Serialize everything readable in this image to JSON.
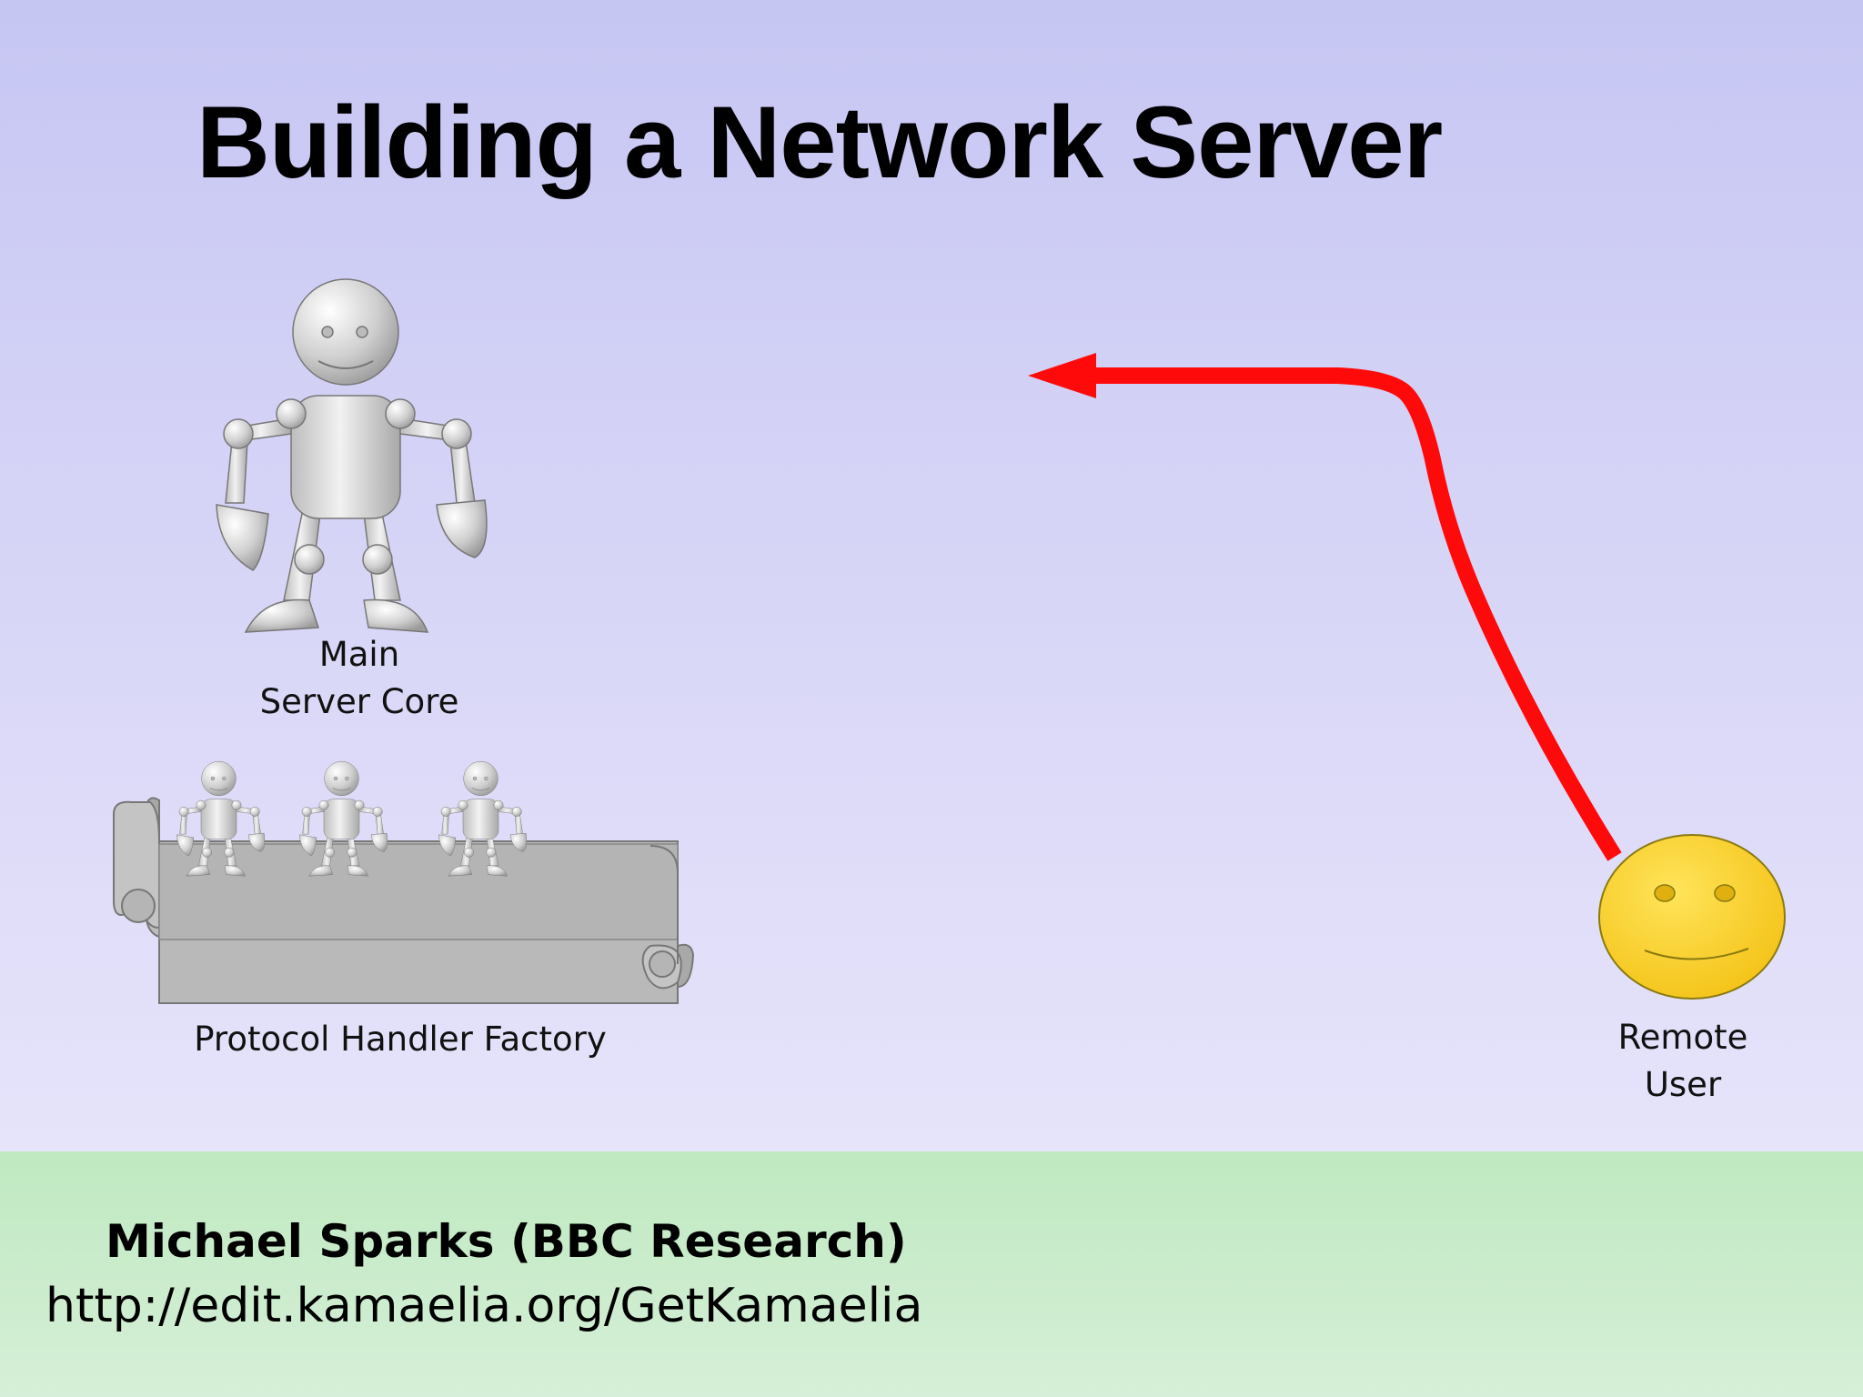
{
  "slide": {
    "title": "Building a Network Server",
    "nodes": {
      "main_core": {
        "line1": "Main",
        "line2": "Server Core"
      },
      "factory": {
        "label": "Protocol Handler Factory"
      },
      "remote_user": {
        "line1": "Remote",
        "line2": "User"
      }
    },
    "arrow_color": "#ff0a0a",
    "user_face_color": "#fbd325"
  },
  "footer": {
    "author": "Michael Sparks (BBC Research)",
    "url": "http://edit.kamaelia.org/GetKamaelia"
  },
  "colors": {
    "background_top": "#c6c6f3",
    "background_bottom": "#e6e4fa",
    "footer": "#c8ecc9",
    "robot_metal": "#cfcfcf"
  }
}
